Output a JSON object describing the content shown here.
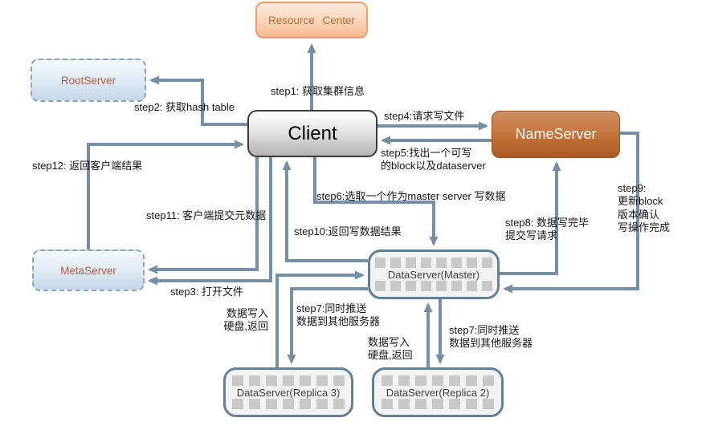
{
  "diagram": {
    "title_implicit": "distributed-file-system-write-flow",
    "colors": {
      "connector": "#7590a6",
      "nameserver_fill": "#b4662c",
      "resource_center_fill": "#f9cda9",
      "resource_center_border": "#ec9f6c",
      "dashed_node_fill": "#dbe8f2",
      "dashed_node_border": "#8aa5bc",
      "client_fill_gradient": "#ffffff-#b3b3b3",
      "dataserver_fill": "#f3f3f3",
      "dataserver_border": "#60809b",
      "dataserver_squares": "#c9c9c9",
      "label_text": "#161616",
      "node_text_orange": "#b55f3d"
    },
    "nodes": {
      "resource_center": {
        "label": "Resource Center"
      },
      "root_server": {
        "label": "RootServer"
      },
      "client": {
        "label": "Client"
      },
      "name_server": {
        "label": "NameServer"
      },
      "meta_server": {
        "label": "MetaServer"
      },
      "ds_master": {
        "label": "DataServer(Master)"
      },
      "ds_replica3": {
        "label": "DataServer(Replica 3)"
      },
      "ds_replica2": {
        "label": "DataServer(Replica 2)"
      }
    },
    "steps": {
      "step1": "step1: 获取集群信息",
      "step2": "step2: 获取hash table",
      "step3": "step3: 打开文件",
      "step4": "step4:请求写文件",
      "step5": "step5:找出一个可写\n的block以及dataserver",
      "step6": "step6:选取一个作为master server 写数据",
      "step7_left": "step7:同时推送\n数据到其他服务器",
      "step7_right": "step7:同时推送\n数据到其他服务器",
      "step8": "step8: 数据写完毕\n提交写请求",
      "step9": "step9:\n更新block\n版本确认\n写操作完成",
      "step10": "step10:返回写数据结果",
      "step11": "step11: 客户端提交元数据",
      "step12": "step12: 返回客户端结果",
      "disk_write_left": "数据写入\n硬盘,返回",
      "disk_write_right": "数据写入\n硬盘,返回"
    }
  }
}
